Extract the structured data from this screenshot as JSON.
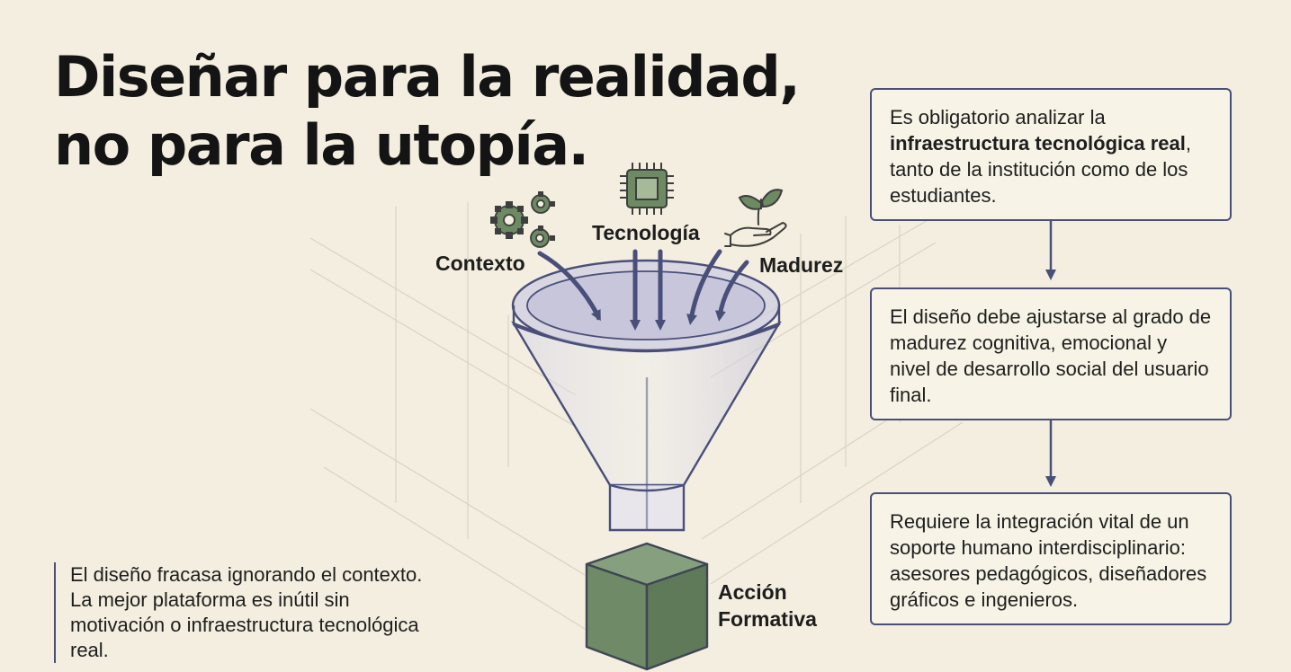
{
  "title": {
    "line1": "Diseñar para la realidad,",
    "line2": "no para la utopía."
  },
  "funnel": {
    "inputs": [
      {
        "label": "Contexto",
        "icon": "gears-icon"
      },
      {
        "label": "Tecnología",
        "icon": "microchip-icon"
      },
      {
        "label": "Madurez",
        "icon": "sprout-hand-icon"
      }
    ],
    "output_line1": "Acción",
    "output_line2": "Formativa",
    "colors": {
      "funnel_stroke": "#4a4f7a",
      "funnel_fill": "#c9c8dd",
      "cube_fill": "#6e8a67",
      "icon_green": "#6d8a63",
      "icon_dark": "#3c3f3d"
    }
  },
  "steps": [
    {
      "pre": "Es obligatorio analizar la ",
      "bold": "infraestructura tecnológica real",
      "post": ", tanto de la institución como de los estudiantes."
    },
    {
      "pre": "El diseño debe ajustarse al grado de madurez cognitiva, emocional y nivel de desarrollo social del usuario final.",
      "bold": "",
      "post": ""
    },
    {
      "pre": "Requiere la integración vital de un soporte humano interdisciplinario: asesores pedagógicos, diseñadores gráficos e ingenieros.",
      "bold": "",
      "post": ""
    }
  ],
  "note": "El diseño fracasa ignorando el contexto. La mejor plataforma es inútil sin motivación o infraestructura tecnológica real."
}
